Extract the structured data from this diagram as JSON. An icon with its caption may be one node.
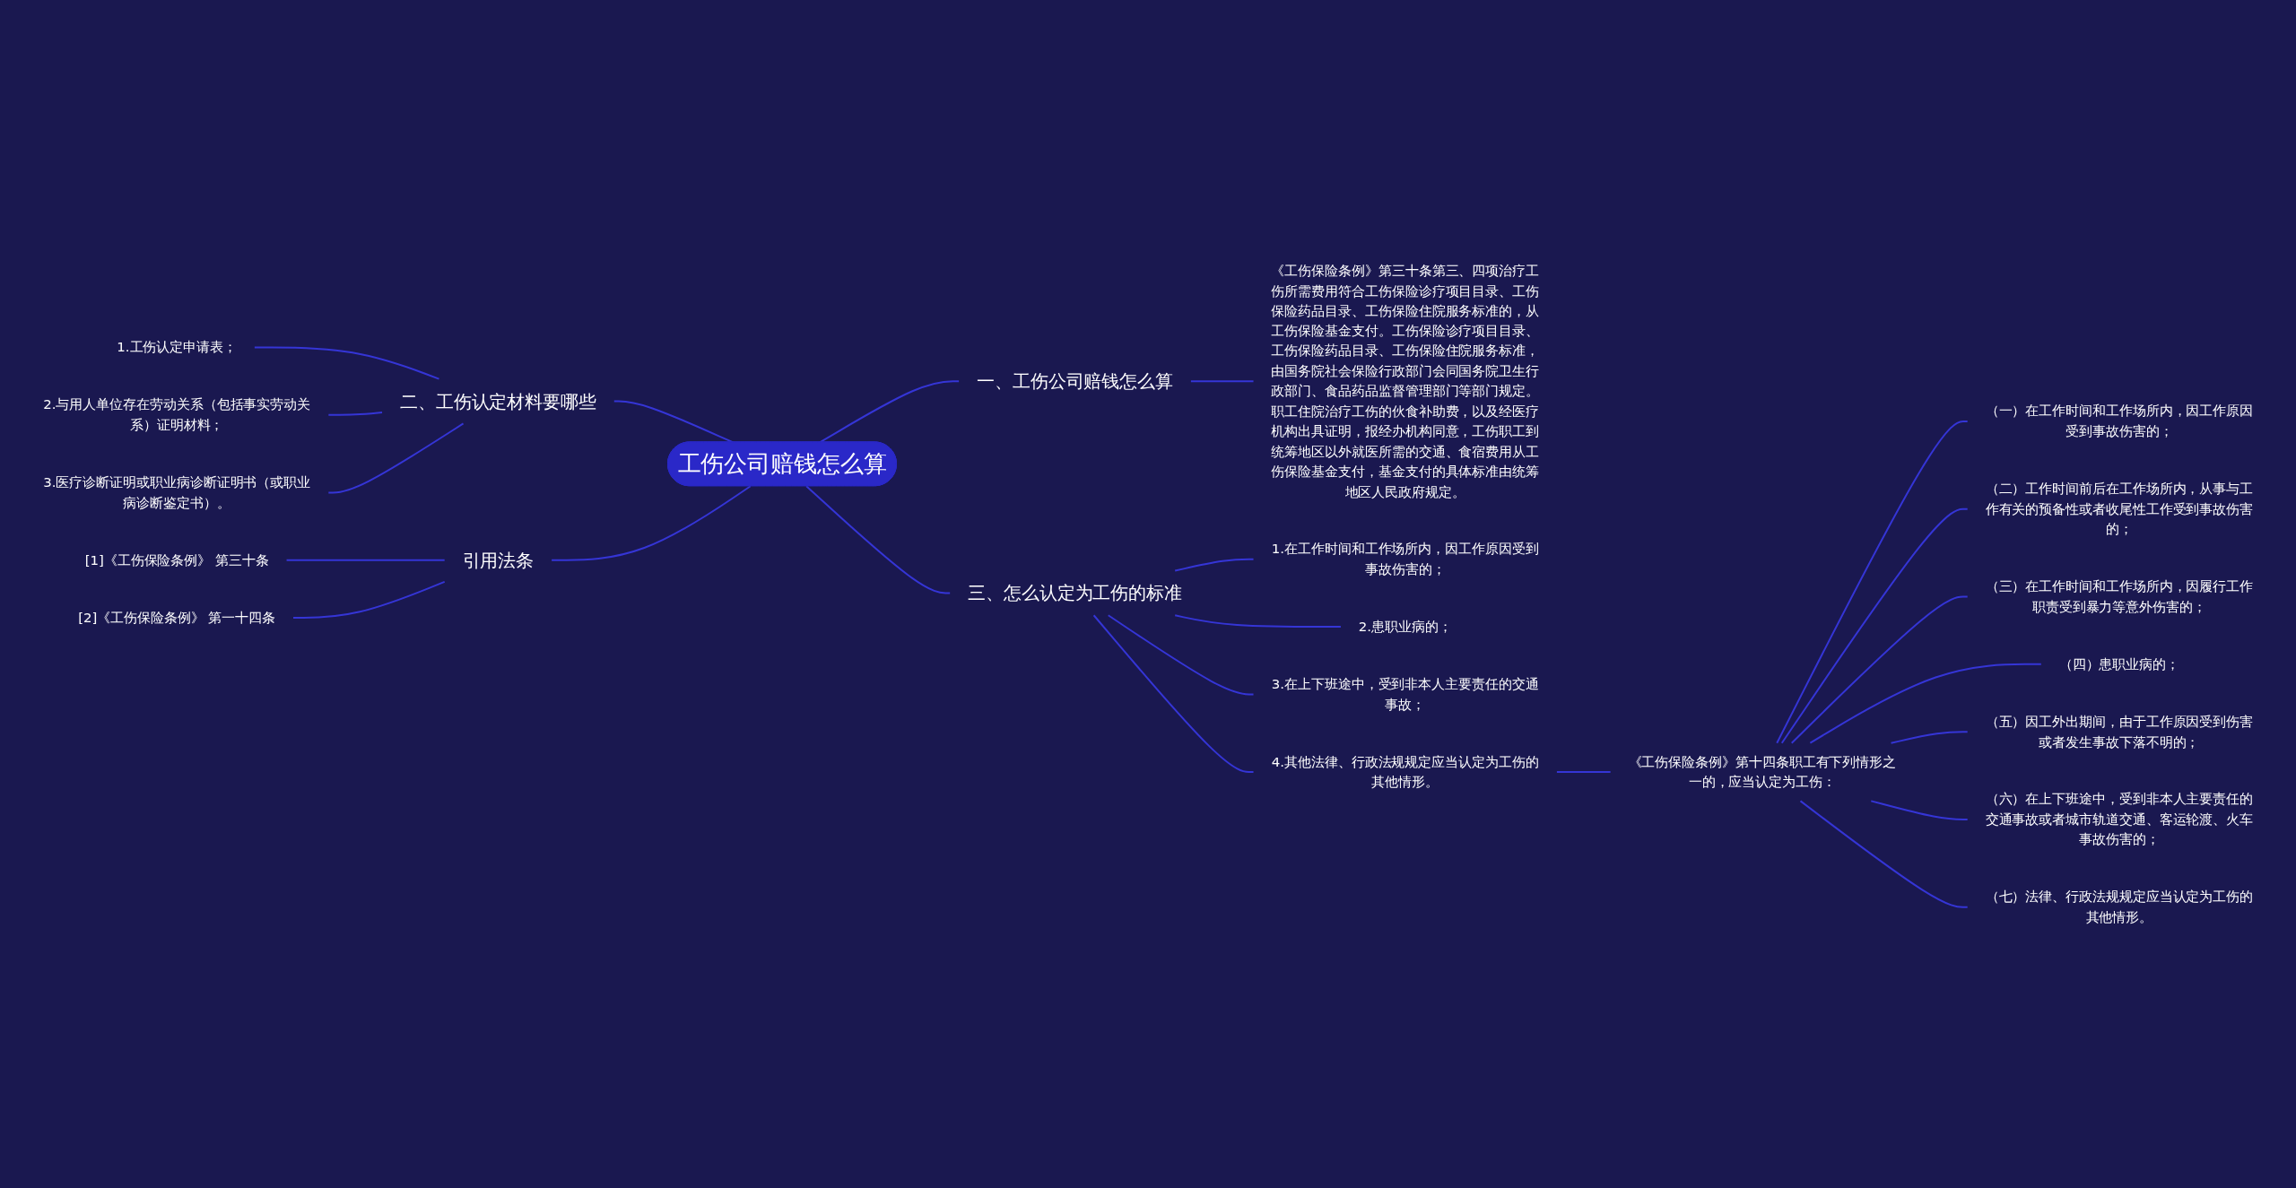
{
  "diagram": {
    "nodes": [
      {
        "text": [
          "工伤公司赔钱怎么算"
        ]
      },
      {
        "text": [
          "一、工伤公司赔钱怎么算"
        ]
      },
      {
        "text": [
          "《工伤保险条例》第三十条第三、四项治疗工伤所需费用符合工伤保险诊疗项目目录、工伤保险药品目录、工伤保险住院服务标准的，从工伤保险基金支付。工伤保险诊疗项目目录、工伤保险药品目录、工伤保险住院服务标准，由国务院社会保险行政部门会同国务院卫生行政部门、食品药品监督管理部门等部门规定。职工住院治疗工伤的伙食补助费，以及经医疗机构出具证明，报经办机构同意，工伤职工到统筹地区以外就医所需的交通、食宿费用从工伤保险基金支付，基金支付的具体标准由统筹地区人民政府规定。"
        ]
      },
      {
        "text": [
          "二、工伤认定材料要哪些"
        ]
      },
      {
        "text": [
          "1.工伤认定申请表；"
        ]
      },
      {
        "text": [
          "2.与用人单位存在劳动关系（包括事实劳动关系）证明材料；"
        ]
      },
      {
        "text": [
          "3.医疗诊断证明或职业病诊断证明书（或职业病诊断鉴定书）。"
        ]
      },
      {
        "text": [
          "引用法条"
        ]
      },
      {
        "text": [
          "[1]《工伤保险条例》 第三十条"
        ]
      },
      {
        "text": [
          "[2]《工伤保险条例》 第一十四条"
        ]
      },
      {
        "text": [
          "三、怎么认定为工伤的标准"
        ]
      },
      {
        "text": [
          "1.在工作时间和工作场所内，因工作原因受到事故伤害的；"
        ]
      },
      {
        "text": [
          "2.患职业病的；"
        ]
      },
      {
        "text": [
          "3.在上下班途中，受到非本人主要责任的交通事故；"
        ]
      },
      {
        "text": [
          "4.其他法律、行政法规规定应当认定为工伤的其他情形。"
        ]
      },
      {
        "text": [
          "《工伤保险条例》第十四条职工有下列情形之一的，应当认定为工伤："
        ]
      },
      {
        "text": [
          "（一）在工作时间和工作场所内，因工作原因受到事故伤害的；"
        ]
      },
      {
        "text": [
          "（二）工作时间前后在工作场所内，从事与工作有关的预备性或者收尾性工作受到事故伤害的；"
        ]
      },
      {
        "text": [
          "（三）在工作时间和工作场所内，因履行工作职责受到暴力等意外伤害的；"
        ]
      },
      {
        "text": [
          "（四）患职业病的；"
        ]
      },
      {
        "text": [
          "（五）因工外出期间，由于工作原因受到伤害或者发生事故下落不明的；"
        ]
      },
      {
        "text": [
          "（六）在上下班途中，受到非本人主要责任的交通事故或者城市轨道交通、客运轮渡、火车事故伤害的；"
        ]
      },
      {
        "text": [
          "（七）法律、行政法规规定应当认定为工伤的其他情形。"
        ]
      }
    ],
    "edges": [
      {
        "from": 0,
        "to": 1,
        "arrow": "none"
      },
      {
        "from": 1,
        "to": 2,
        "arrow": "none"
      },
      {
        "from": 3,
        "to": 0,
        "arrow": "none"
      },
      {
        "from": 4,
        "to": 3,
        "arrow": "none"
      },
      {
        "from": 5,
        "to": 3,
        "arrow": "none"
      },
      {
        "from": 6,
        "to": 3,
        "arrow": "none"
      },
      {
        "from": 7,
        "to": 0,
        "arrow": "none"
      },
      {
        "from": 8,
        "to": 7,
        "arrow": "none"
      },
      {
        "from": 9,
        "to": 7,
        "arrow": "none"
      },
      {
        "from": 0,
        "to": 10,
        "arrow": "none"
      },
      {
        "from": 10,
        "to": 11,
        "arrow": "none"
      },
      {
        "from": 10,
        "to": 12,
        "arrow": "none"
      },
      {
        "from": 10,
        "to": 13,
        "arrow": "none"
      },
      {
        "from": 10,
        "to": 14,
        "arrow": "none"
      },
      {
        "from": 14,
        "to": 15,
        "arrow": "none"
      },
      {
        "from": 15,
        "to": 16,
        "arrow": "none"
      },
      {
        "from": 15,
        "to": 17,
        "arrow": "none"
      },
      {
        "from": 15,
        "to": 18,
        "arrow": "none"
      },
      {
        "from": 15,
        "to": 19,
        "arrow": "none"
      },
      {
        "from": 15,
        "to": 20,
        "arrow": "none"
      },
      {
        "from": 15,
        "to": 21,
        "arrow": "none"
      },
      {
        "from": 15,
        "to": 22,
        "arrow": "none"
      }
    ]
  }
}
